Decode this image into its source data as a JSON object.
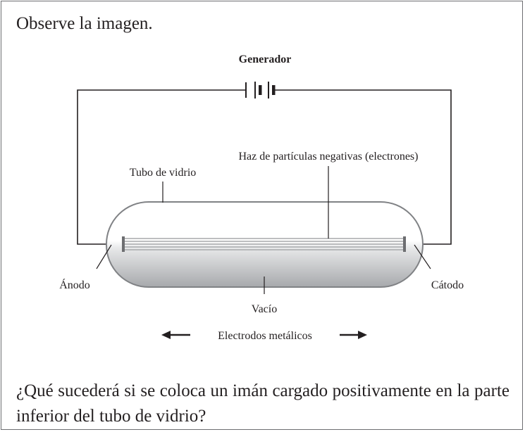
{
  "intro_text": "Observe la imagen.",
  "diagram": {
    "labels": {
      "generator": "Generador",
      "beam": "Haz de partículas negativas (electrones)",
      "glass_tube": "Tubo de vidrio",
      "anode": "Ánodo",
      "cathode": "Cátodo",
      "vacuum": "Vacío",
      "electrodes": "Electrodos metálicos"
    }
  },
  "question_text": "¿Qué sucederá si se coloca un imán cargado positivamente en la parte inferior del tubo de vidrio?"
}
